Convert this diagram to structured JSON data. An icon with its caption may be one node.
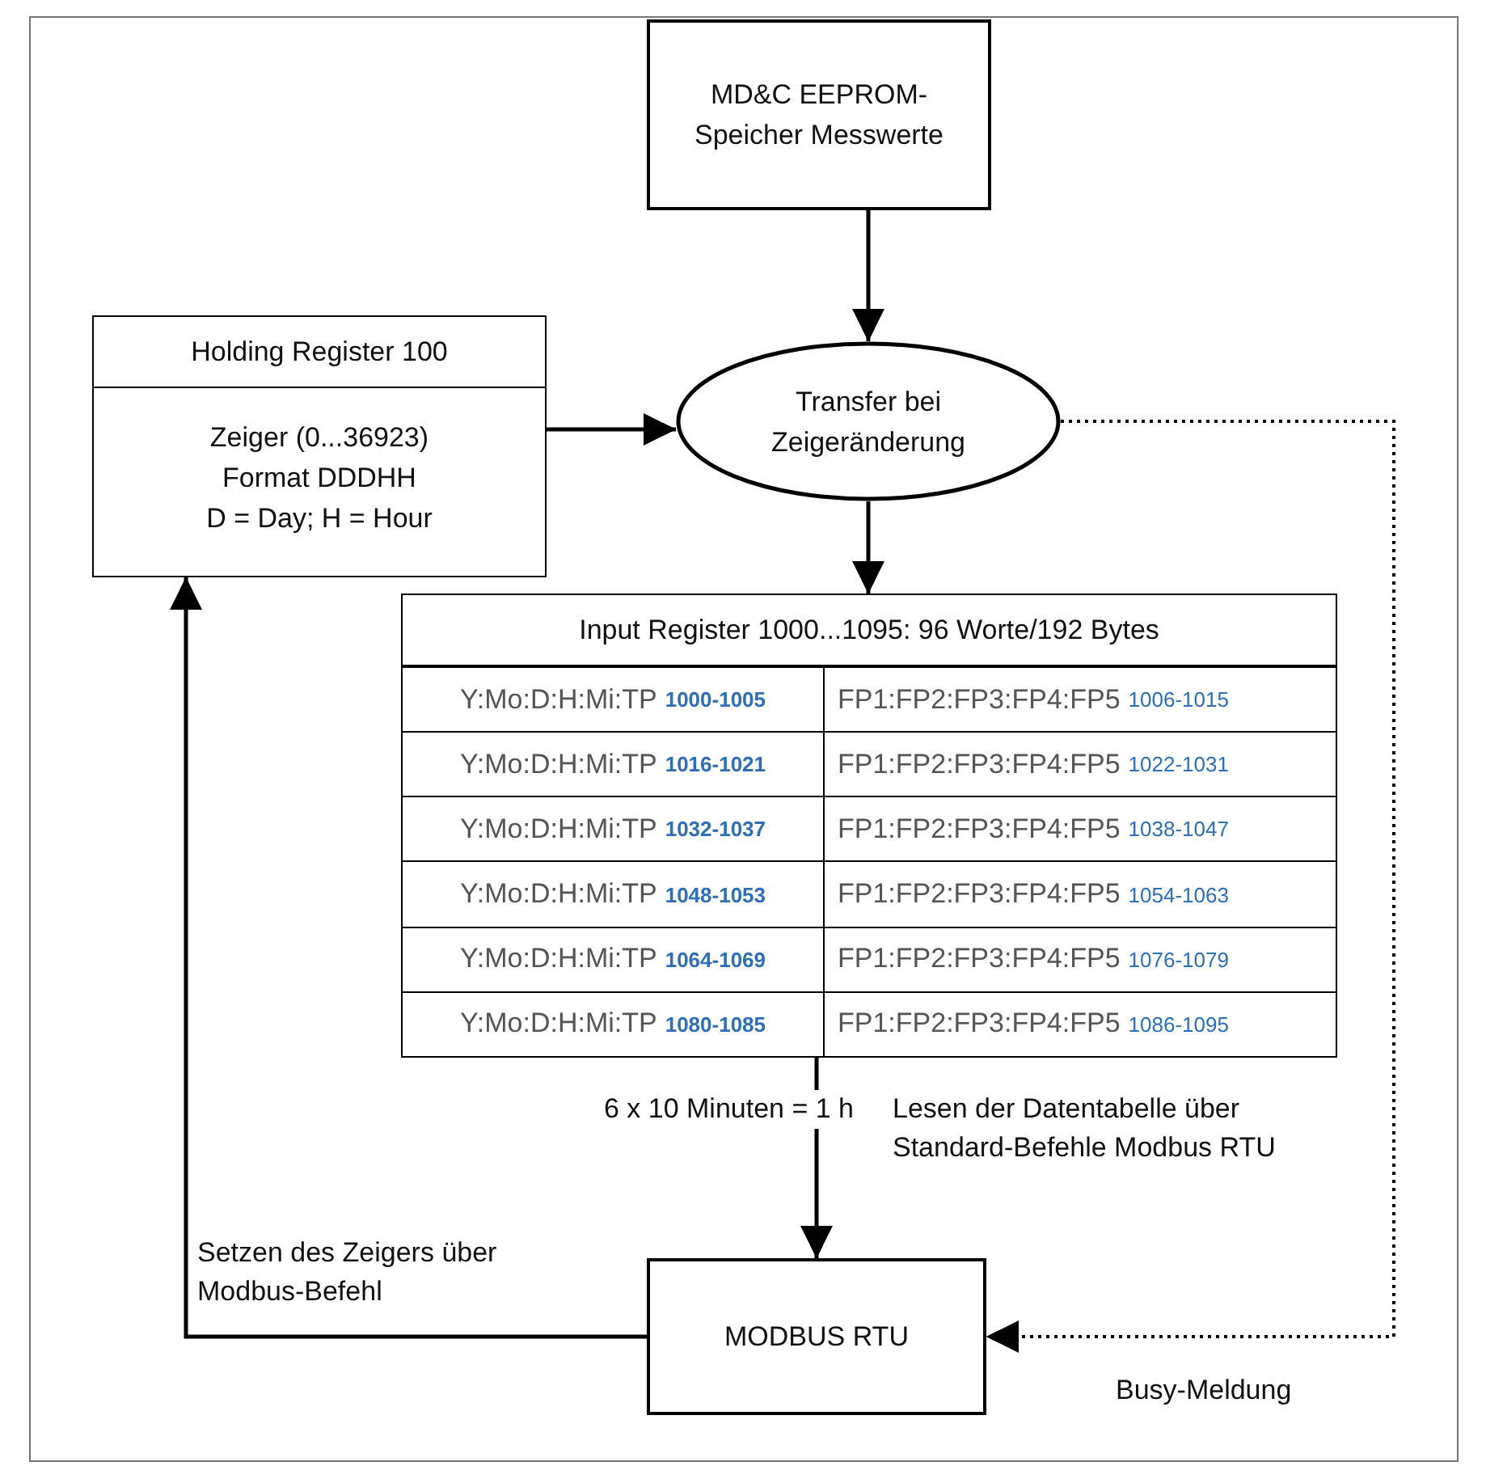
{
  "diagram": {
    "nodes": [
      {
        "text": [
          "MD&C EEPROM-Speicher Messwerte"
        ]
      },
      {
        "text": [
          "Holding Register 100",
          "Zeiger (0...36923)",
          "Format DDDHH",
          "D = Day; H = Hour"
        ]
      },
      {
        "text": [
          "Transfer bei Zeigeränderung"
        ]
      },
      {
        "text": [
          "Input Register 1000...1095: 96 Worte/192 Bytes"
        ],
        "beside": [
          "6 x 10 Minuten = 1 h"
        ]
      },
      {
        "text": [
          "MODBUS RTU"
        ]
      }
    ],
    "edges": [
      {
        "from": 0,
        "to": 2,
        "arrow": "to"
      },
      {
        "from": 1,
        "to": 2,
        "arrow": "to"
      },
      {
        "from": 2,
        "to": 3,
        "arrow": "to"
      },
      {
        "from": 3,
        "to": 4,
        "arrow": "to",
        "label": "Lesen der Datentabelle über Standard-Befehle Modbus RTU"
      },
      {
        "from": 4,
        "to": 1,
        "arrow": "to",
        "label": "Setzen des Zeigers über Modbus-Befehl"
      },
      {
        "from": 2,
        "to": 4,
        "arrow": "to",
        "style": "dashed",
        "label": "Busy-Meldung"
      }
    ],
    "labels": [
      "Y:Mo:D:H:Mi:TP",
      "1000-1005",
      "FP1:FP2:FP3:FP4:FP5",
      "1006-1015",
      "Y:Mo:D:H:Mi:TP",
      "1016-1021",
      "FP1:FP2:FP3:FP4:FP5",
      "1022-1031",
      "Y:Mo:D:H:Mi:TP",
      "1032-1037",
      "FP1:FP2:FP3:FP4:FP5",
      "1038-1047",
      "Y:Mo:D:H:Mi:TP",
      "1048-1053",
      "FP1:FP2:FP3:FP4:FP5",
      "1054-1063",
      "Y:Mo:D:H:Mi:TP",
      "1064-1069",
      "FP1:FP2:FP3:FP4:FP5",
      "1076-1079",
      "Y:Mo:D:H:Mi:TP",
      "1080-1085",
      "FP1:FP2:FP3:FP4:FP5",
      "1086-1095"
    ]
  }
}
